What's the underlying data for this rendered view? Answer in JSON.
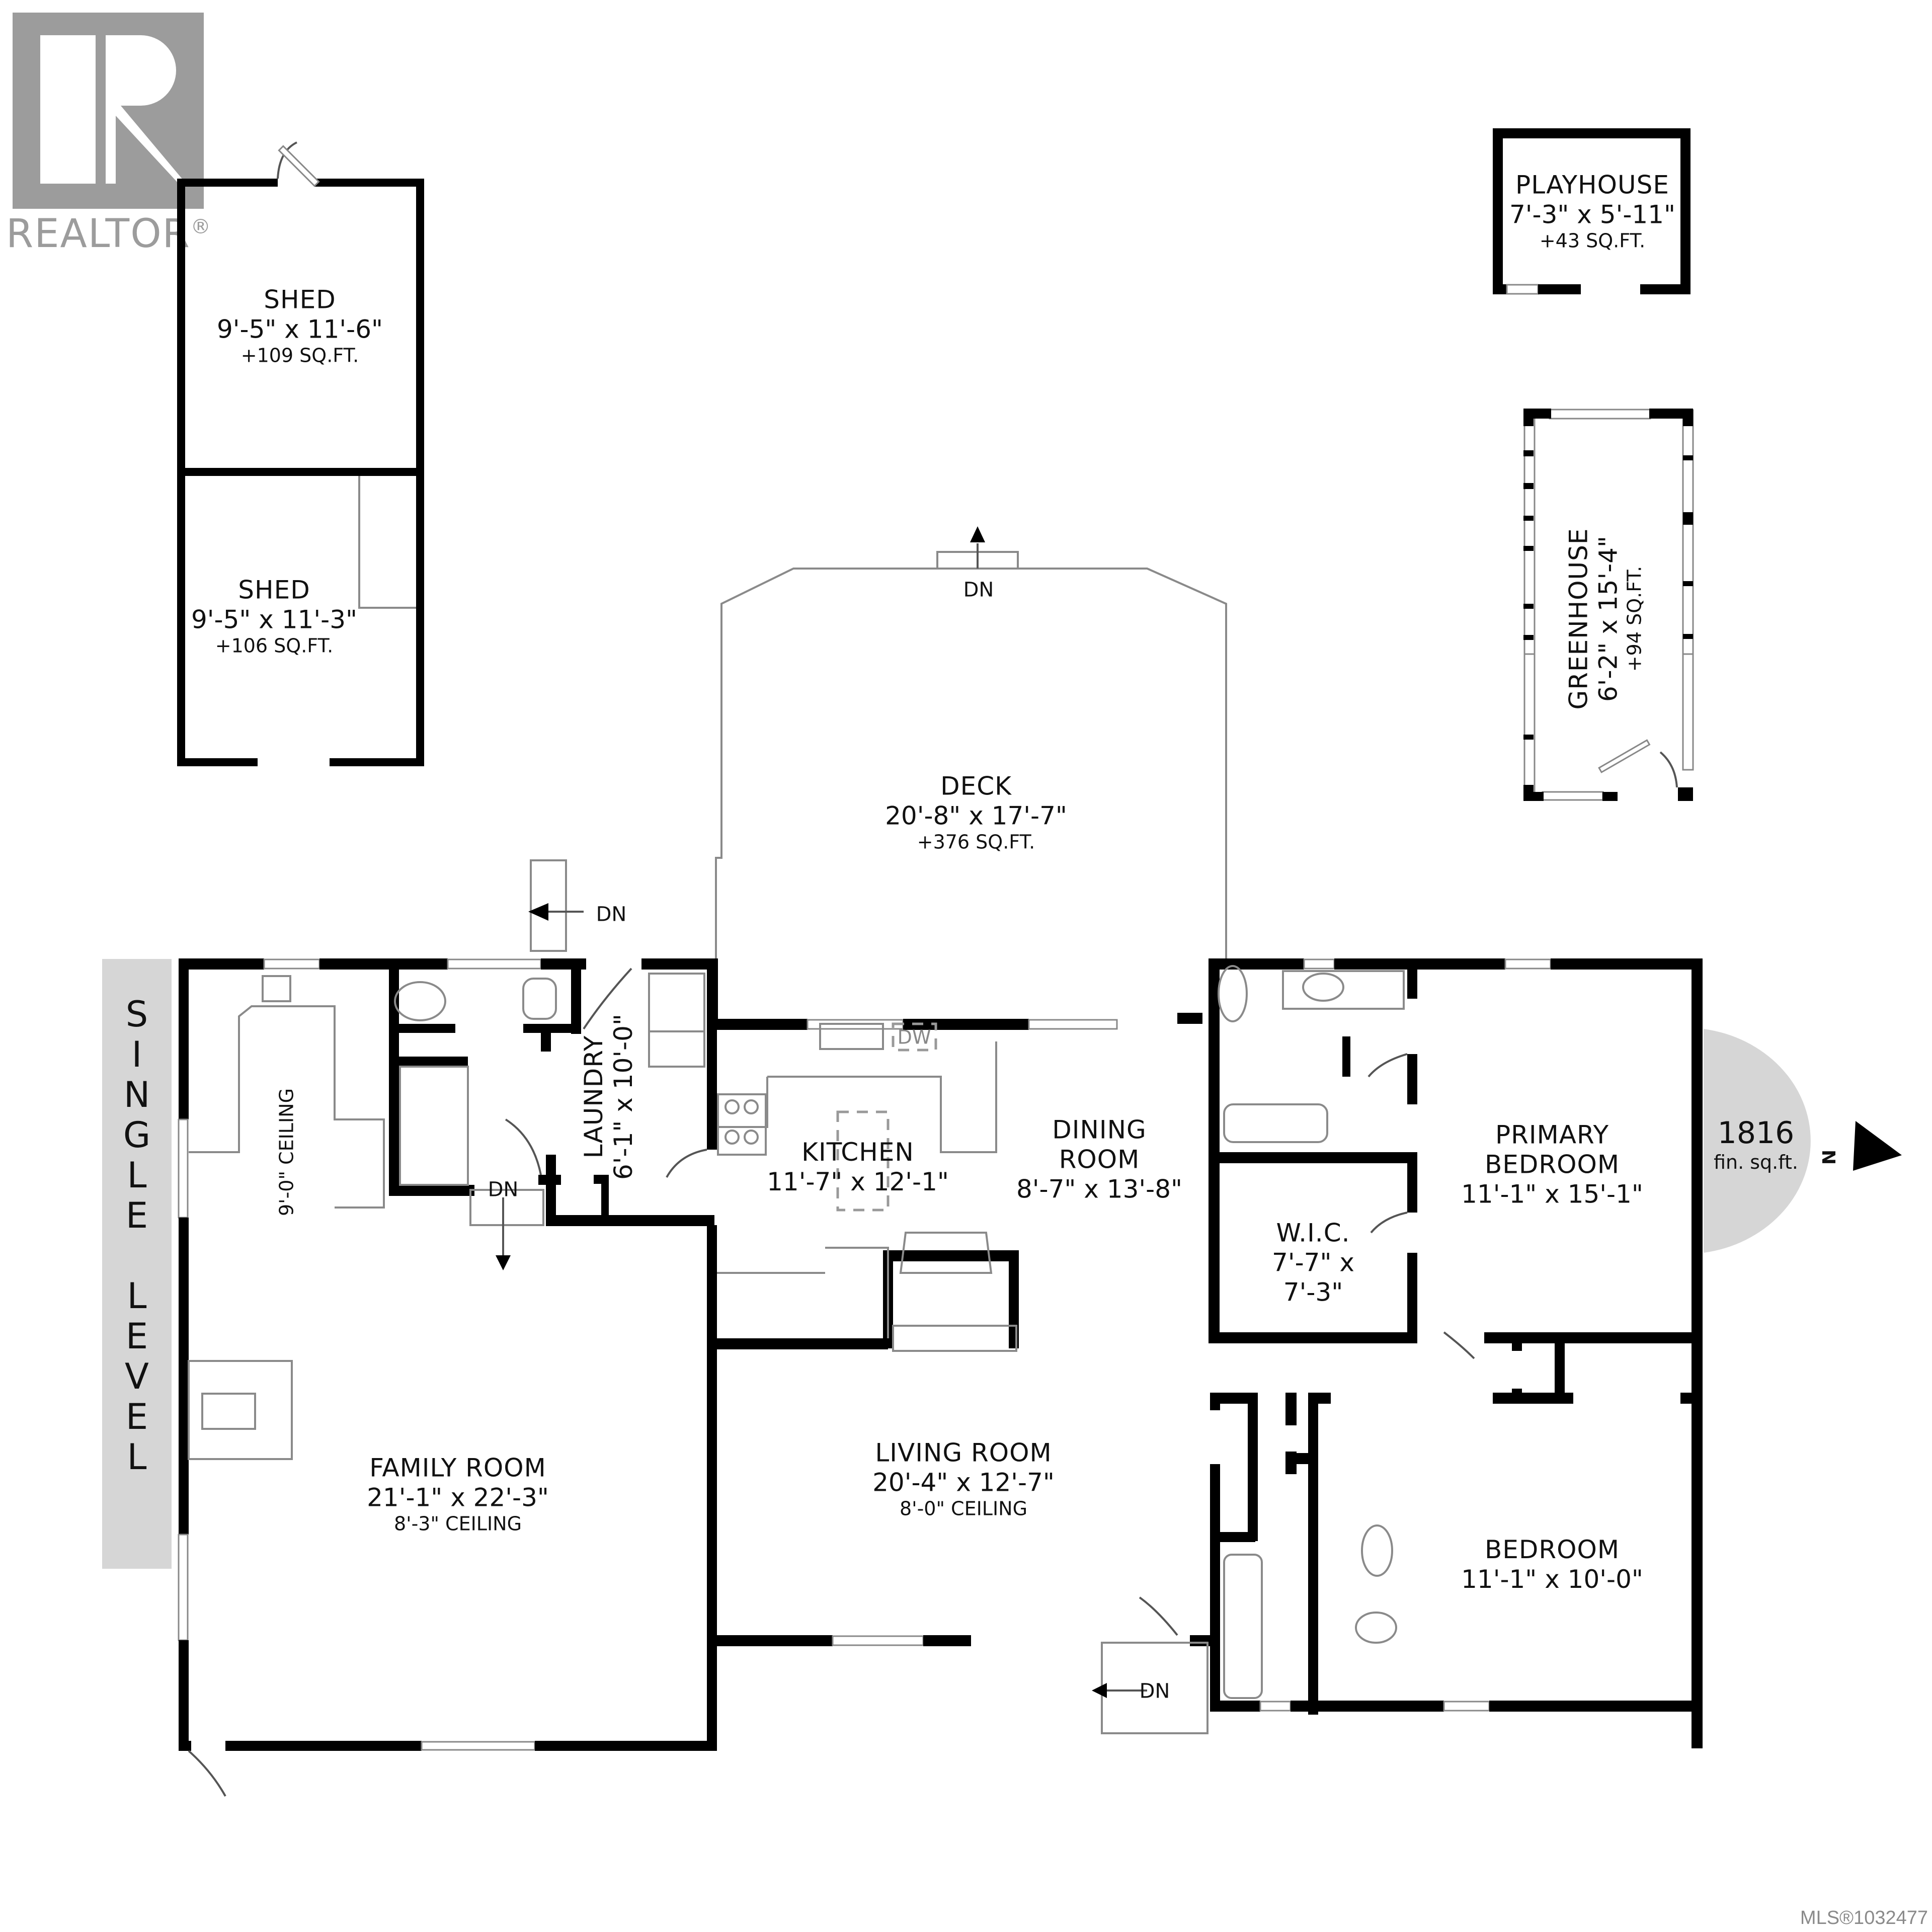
{
  "watermark": {
    "brand": "REALTOR",
    "registered_mark": "®",
    "mls_label": "MLS®1032477"
  },
  "level_banner": {
    "word1": [
      "S",
      "I",
      "N",
      "G",
      "L",
      "E"
    ],
    "word2": [
      "L",
      "E",
      "V",
      "E",
      "L"
    ]
  },
  "summary": {
    "finished_area": "1816",
    "finished_area_unit": "fin. sq.ft.",
    "north_label": "N",
    "north_arrow_icon": "north-arrow-icon"
  },
  "outbuildings": [
    {
      "name": "SHED",
      "dims": "9'-5\" x 11'-6\"",
      "area": "+109 SQ.FT."
    },
    {
      "name": "SHED",
      "dims": "9'-5\" x 11'-3\"",
      "area": "+106 SQ.FT."
    },
    {
      "name": "PLAYHOUSE",
      "dims": "7'-3\" x 5'-11\"",
      "area": "+43 SQ.FT."
    },
    {
      "name": "GREENHOUSE",
      "dims": "6'-2\" x 15'-4\"",
      "area": "+94 SQ.FT."
    }
  ],
  "deck": {
    "name": "DECK",
    "dims": "20'-8\" x 17'-7\"",
    "area": "+376 SQ.FT."
  },
  "rooms": {
    "family_room": {
      "name": "FAMILY ROOM",
      "dims": "21'-1\" x 22'-3\"",
      "ceiling": "8'-3\" CEILING",
      "alt_ceiling": "9'-0\" CEILING"
    },
    "laundry": {
      "name": "LAUNDRY",
      "dims": "6'-1\" x 10'-0\""
    },
    "kitchen": {
      "name": "KITCHEN",
      "dims": "11'-7\" x 12'-1\"",
      "appliance": "DW"
    },
    "dining_room": {
      "name_line1": "DINING",
      "name_line2": "ROOM",
      "dims": "8'-7\" x 13'-8\""
    },
    "living_room": {
      "name": "LIVING ROOM",
      "dims": "20'-4\" x 12'-7\"",
      "ceiling": "8'-0\" CEILING"
    },
    "wic": {
      "name": "W.I.C.",
      "dims_line1": "7'-7\" x",
      "dims_line2": "7'-3\""
    },
    "primary_bedroom": {
      "name_line1": "PRIMARY",
      "name_line2": "BEDROOM",
      "dims": "11'-1\" x 15'-1\""
    },
    "bedroom": {
      "name": "BEDROOM",
      "dims": "11'-1\" x 10'-0\""
    }
  },
  "stairs": {
    "deck_top": "DN",
    "deck_left": "DN",
    "hall": "DN",
    "front": "DN"
  },
  "colors": {
    "wall": "#000000",
    "fixture_line": "#8a8a8a",
    "badge_fill": "#d6d6d6",
    "watermark": "#9c9c9c"
  }
}
